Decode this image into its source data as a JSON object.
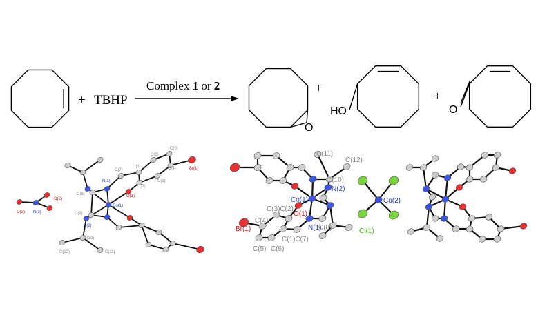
{
  "scheme": {
    "plus": "+",
    "reagent": "TBHP",
    "catalyst_prefix": "Complex ",
    "catalyst_1": "1",
    "catalyst_or": " or ",
    "catalyst_2": "2",
    "epoxide_oxygen": "O",
    "alcohol_group": "HO",
    "ketone_oxygen": "O"
  },
  "structure_1": {
    "labels": [
      "O(2)",
      "O(3)",
      "N(3)",
      "N(1)",
      "C(8)",
      "C(9)",
      "Co(1)",
      "O(1)",
      "N(2)",
      "C(7)",
      "C(1)",
      "C(2)",
      "C(3)",
      "C(6)",
      "C(5)",
      "C(4)",
      "Br(1)",
      "C(10)",
      "C(12)",
      "C(11)"
    ]
  },
  "structure_2": {
    "labels": [
      "C(11)",
      "C(12)",
      "C(10)",
      "N(2)",
      "Co(1)",
      "O(1)",
      "C(3)C(2)",
      "C(4)",
      "Br(1)",
      "N(1)",
      "C(8)",
      "C(1)C(7)",
      "C(5)",
      "C(6)",
      "Cl(1)",
      "Co(2)"
    ]
  },
  "colors": {
    "carbon": "#cfcfcf",
    "nitrogen": "#3b55e0",
    "oxygen": "#e83030",
    "bromine": "#e83030",
    "chlorine": "#7ad63a",
    "cobalt": "#3b55e0",
    "bond": "#111111"
  }
}
